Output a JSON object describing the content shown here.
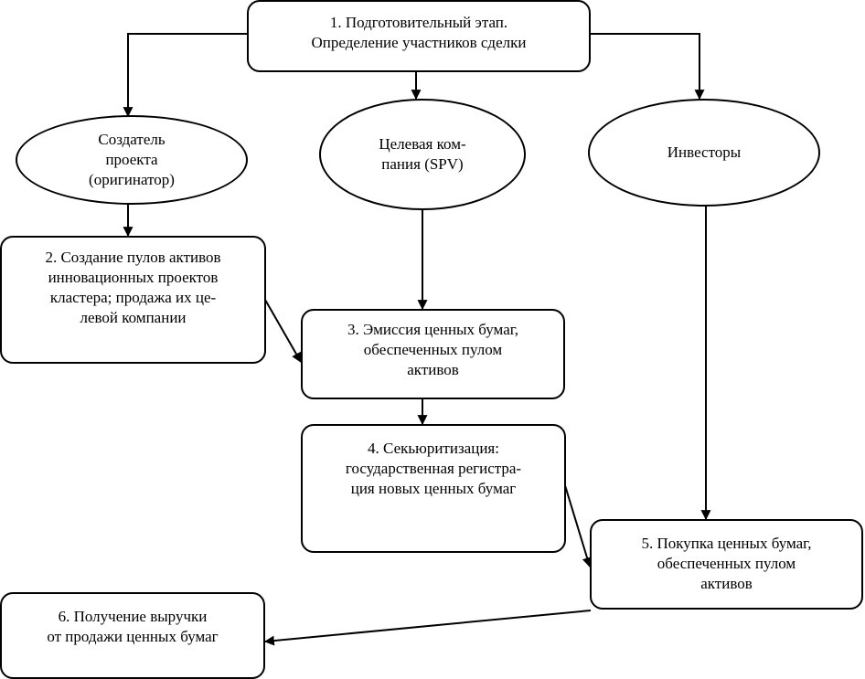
{
  "diagram": {
    "nodes": {
      "step1": {
        "lines": [
          "1. Подготовительный этап.",
          "Определение участников сделки"
        ]
      },
      "originator": {
        "lines": [
          "Создатель",
          "проекта",
          "(оригинатор)"
        ]
      },
      "spv": {
        "lines": [
          "Целевая ком-",
          "пания (SPV)"
        ]
      },
      "investors": {
        "lines": [
          "Инвесторы"
        ]
      },
      "step2": {
        "lines": [
          "2. Создание пулов активов",
          "инновационных проектов",
          "кластера; продажа их це-",
          "левой компании"
        ]
      },
      "step3": {
        "lines": [
          "3. Эмиссия ценных бумаг,",
          "обеспеченных пулом",
          "активов"
        ]
      },
      "step4": {
        "lines": [
          "4. Секьюритизация:",
          "государственная регистра-",
          "ция новых ценных бумаг"
        ]
      },
      "step5": {
        "lines": [
          "5. Покупка ценных бумаг,",
          "обеспеченных пулом",
          "активов"
        ]
      },
      "step6": {
        "lines": [
          "6. Получение выручки",
          "от продажи ценных бумаг"
        ]
      }
    },
    "connections": [
      {
        "from": "step1",
        "to": "originator"
      },
      {
        "from": "step1",
        "to": "spv"
      },
      {
        "from": "step1",
        "to": "investors"
      },
      {
        "from": "originator",
        "to": "step2"
      },
      {
        "from": "spv",
        "to": "step3"
      },
      {
        "from": "step2",
        "to": "step3"
      },
      {
        "from": "step3",
        "to": "step4"
      },
      {
        "from": "investors",
        "to": "step5"
      },
      {
        "from": "step4",
        "to": "step5"
      },
      {
        "from": "step5",
        "to": "step6"
      }
    ]
  }
}
